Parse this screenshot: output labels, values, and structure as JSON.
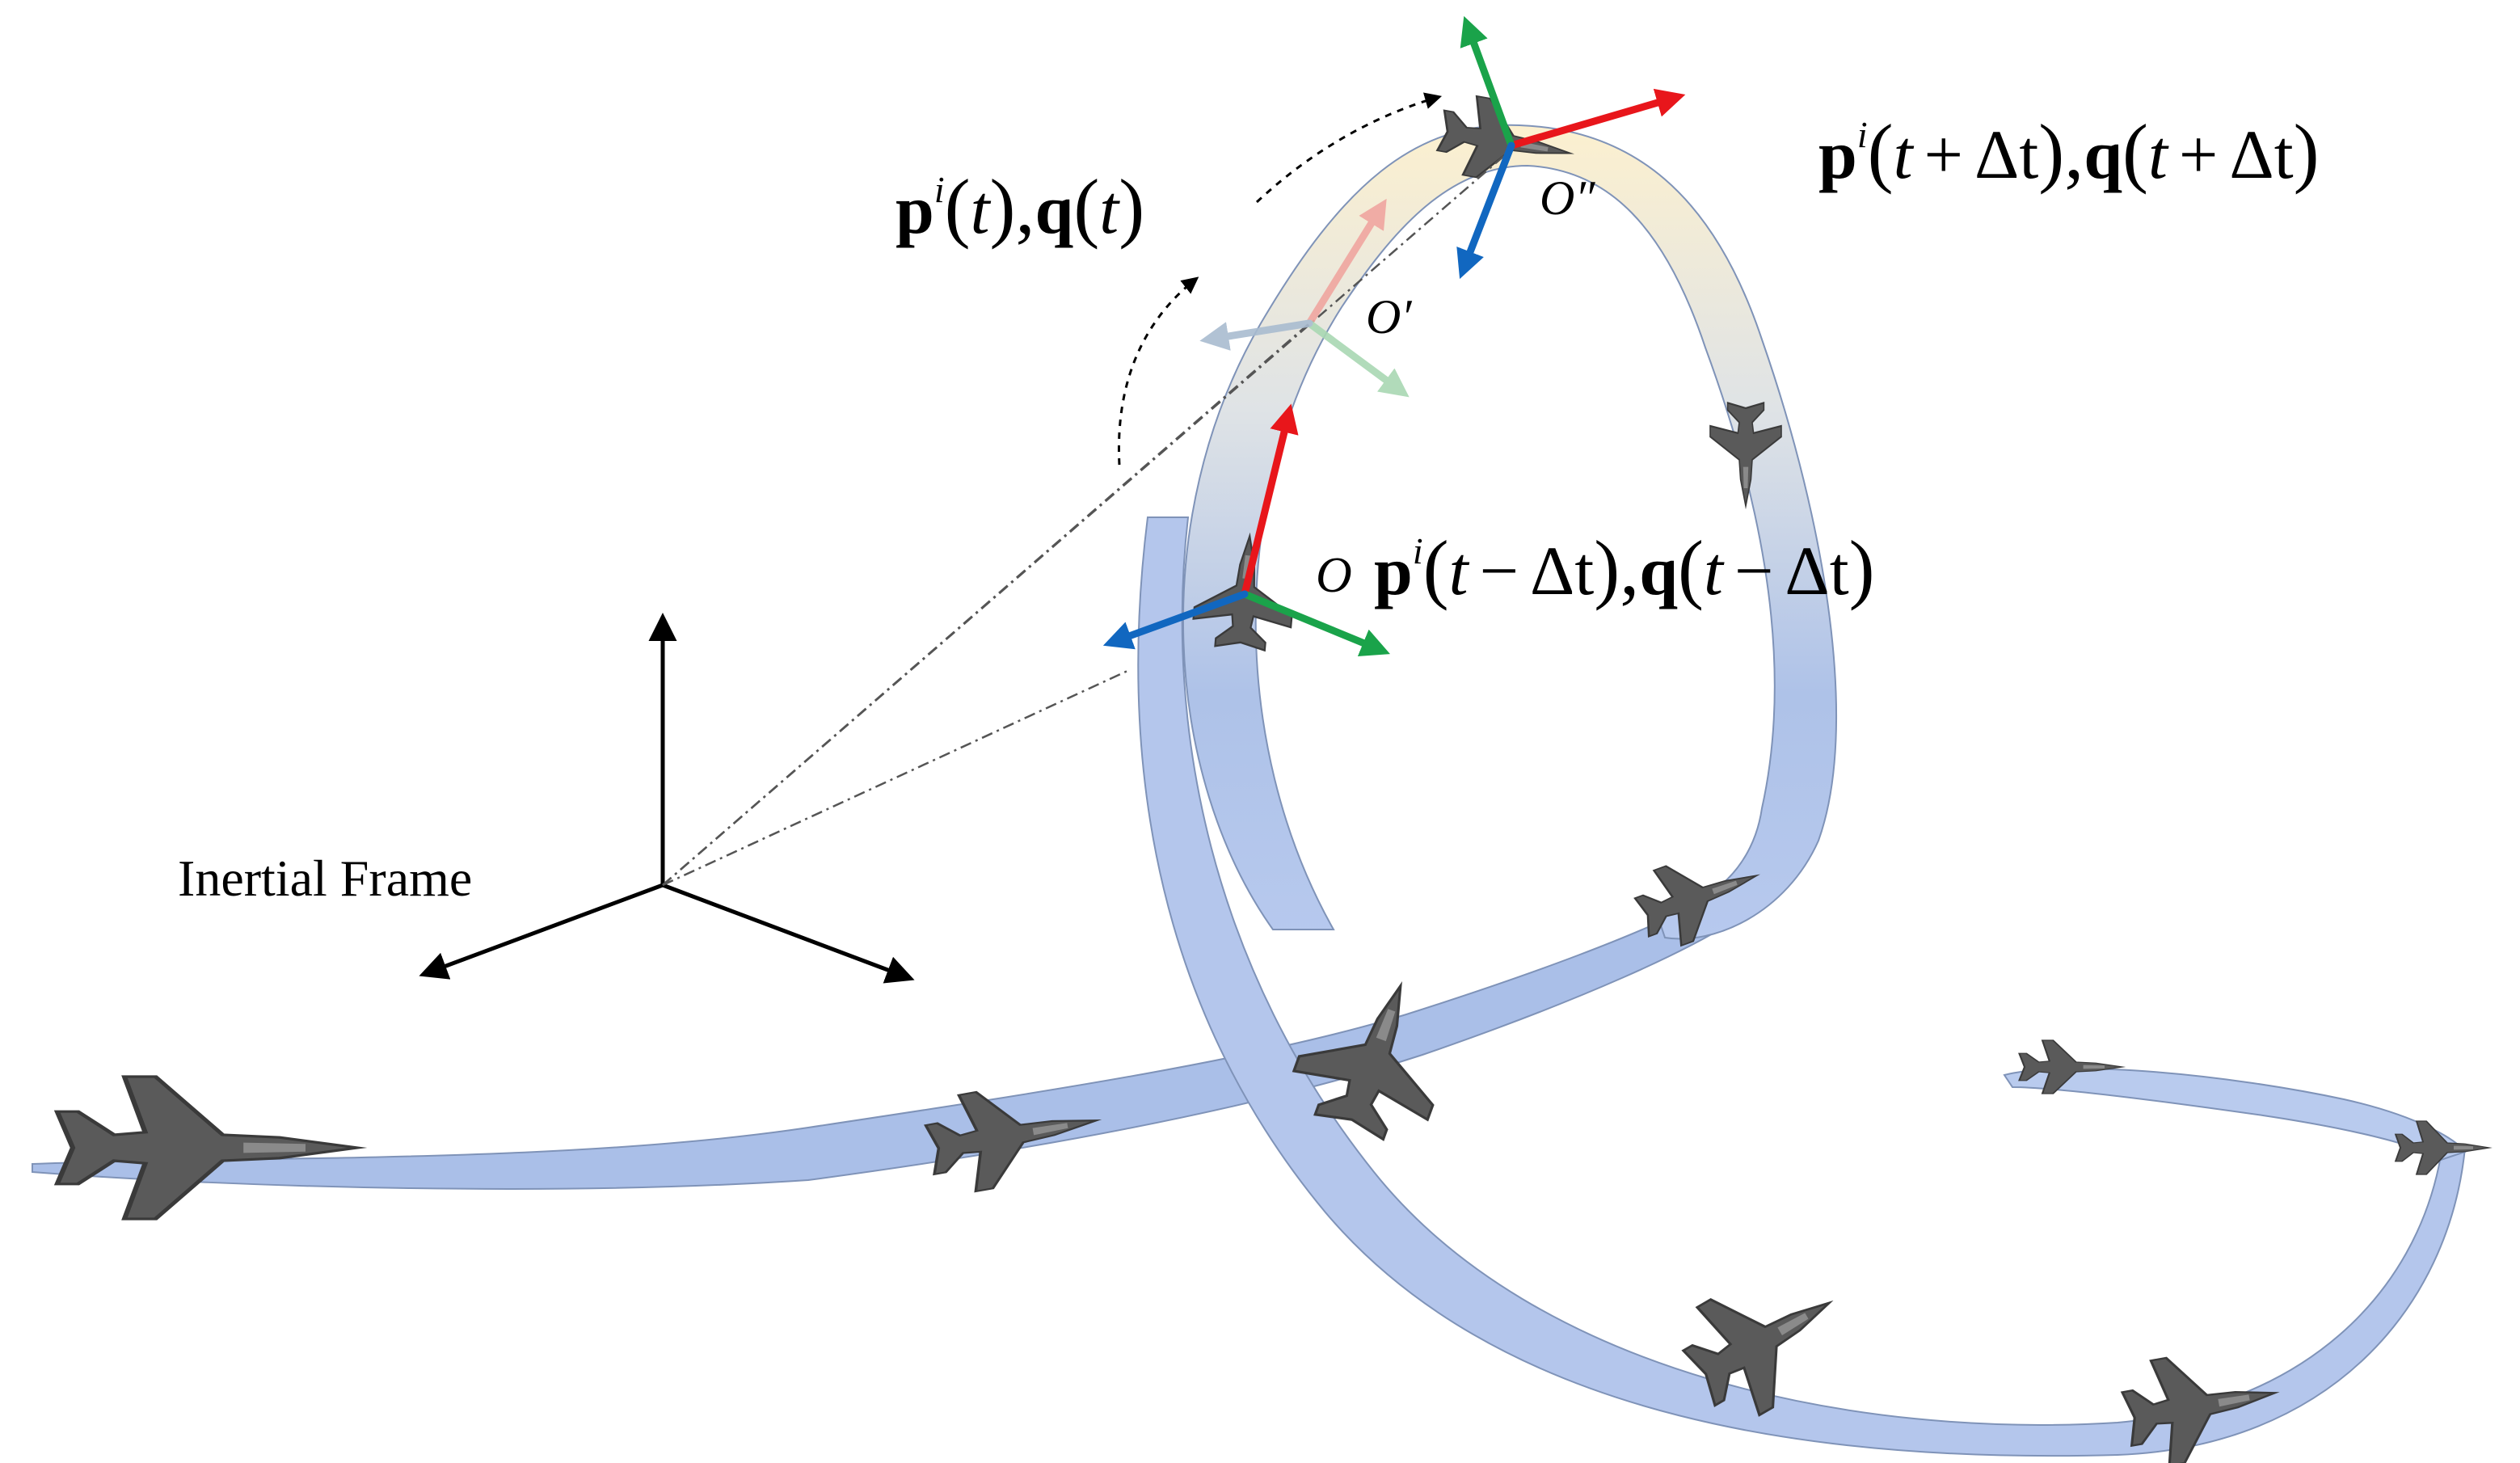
{
  "labels": {
    "inertial_frame": "Inertial Frame",
    "origin_o": "O",
    "origin_o_prime": "O′",
    "origin_o_double_prime": "O″",
    "state_t": {
      "p": "p",
      "sup": "i",
      "t": "t",
      "q": "q"
    },
    "state_t_plus": {
      "p": "p",
      "sup": "i",
      "t": "t",
      "op": "+",
      "dt": "Δt",
      "q": "q"
    },
    "state_t_minus": {
      "p": "p",
      "sup": "i",
      "t": "t",
      "op": "−",
      "dt": "Δt",
      "q": "q"
    }
  },
  "colors": {
    "x_axis": "#e8161b",
    "y_axis": "#1aa34a",
    "z_axis": "#1167c0",
    "ribbon_top": "#fbeecb",
    "ribbon_bottom": "#9fb8e8",
    "aircraft": "#5a5a5a",
    "inertial_axes": "#000000"
  }
}
